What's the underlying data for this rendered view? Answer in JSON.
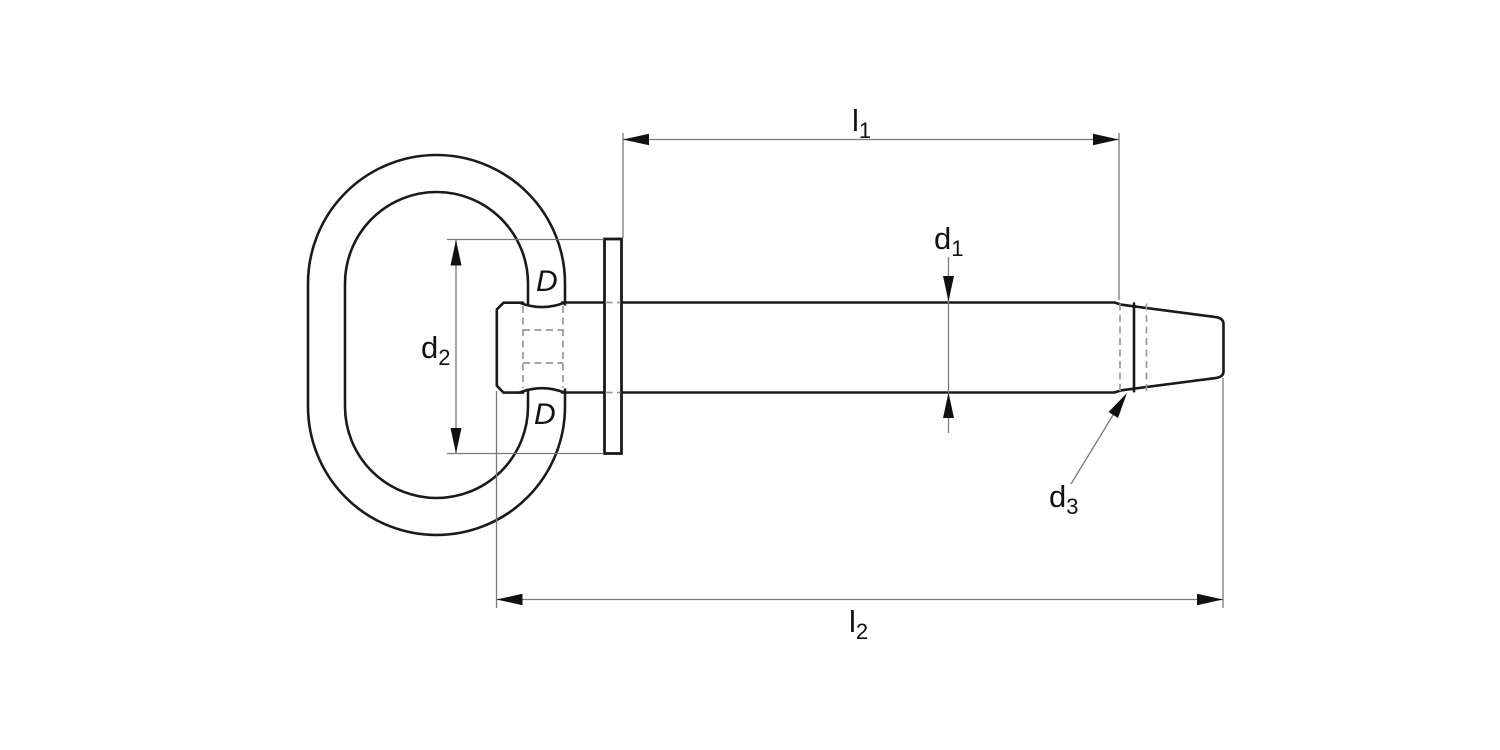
{
  "drawing": {
    "title": "hitch pin with ring handle - dimensional drawing",
    "background": "#ffffff",
    "colors": {
      "outline": "#1a1a1a",
      "thin_line": "#7a7a7a",
      "hidden_line": "#9a9a9a",
      "arrow": "#111111"
    },
    "labels": {
      "l1": {
        "main": "l",
        "sub": "1"
      },
      "l2": {
        "main": "l",
        "sub": "2"
      },
      "d1": {
        "main": "d",
        "sub": "1"
      },
      "d2": {
        "main": "d",
        "sub": "2"
      },
      "d3": {
        "main": "d",
        "sub": "3"
      },
      "ring_wire_top": {
        "main": "D",
        "sub": ""
      },
      "ring_wire_bottom": {
        "main": "D",
        "sub": ""
      }
    }
  }
}
